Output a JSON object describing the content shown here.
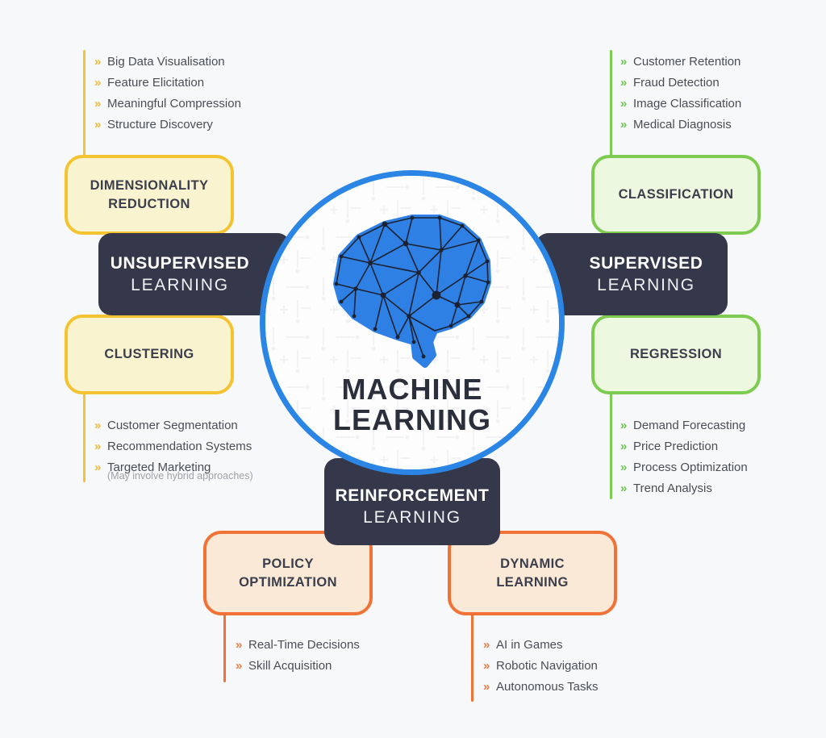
{
  "ui": {
    "bullet": "»"
  },
  "colors": {
    "background": "#f7f8fa",
    "dark_banner": "#35384a",
    "blue_accent": "#2b85e4",
    "yellow_accent": "#f3c331",
    "yellow_fill": "#faf3cf",
    "green_accent": "#7dcb50",
    "green_fill": "#edf8e1",
    "orange_accent": "#f07236",
    "orange_fill": "#fbe9d8"
  },
  "center": {
    "title_line1": "MACHINE",
    "title_line2": "LEARNING",
    "illustration": "brain-network"
  },
  "unsupervised": {
    "banner_bold": "UNSUPERVISED",
    "banner_light": "LEARNING",
    "box_top": "DIMENSIONALITY\nREDUCTION",
    "box_bottom": "CLUSTERING",
    "top_list": [
      "Big Data Visualisation",
      "Feature Elicitation",
      "Meaningful Compression",
      "Structure Discovery"
    ],
    "bottom_list": [
      "Customer Segmentation",
      "Recommendation Systems",
      "Targeted Marketing"
    ],
    "bottom_note": "(May involve hybrid approaches)"
  },
  "supervised": {
    "banner_bold": "SUPERVISED",
    "banner_light": "LEARNING",
    "box_top": "CLASSIFICATION",
    "box_bottom": "REGRESSION",
    "top_list": [
      "Customer Retention",
      "Fraud Detection",
      "Image Classification",
      "Medical Diagnosis"
    ],
    "bottom_list": [
      "Demand Forecasting",
      "Price Prediction",
      "Process Optimization",
      "Trend Analysis"
    ]
  },
  "reinforcement": {
    "banner_bold": "REINFORCEMENT",
    "banner_light": "LEARNING",
    "box_left": "POLICY\nOPTIMIZATION",
    "box_right": "DYNAMIC\nLEARNING",
    "left_list": [
      "Real-Time Decisions",
      "Skill Acquisition"
    ],
    "right_list": [
      "AI in Games",
      "Robotic Navigation",
      "Autonomous Tasks"
    ]
  }
}
